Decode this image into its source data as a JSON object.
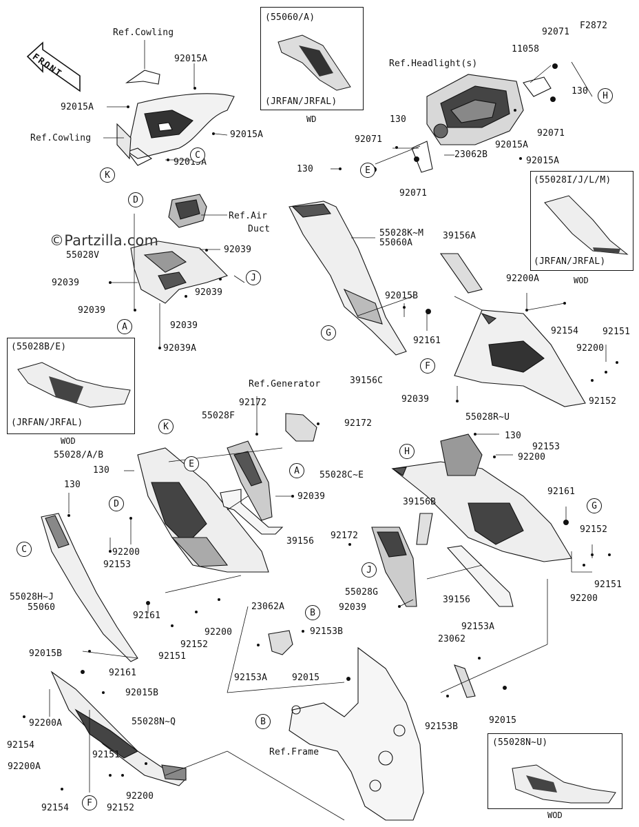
{
  "diagram_code": "F2872",
  "watermark": "©Partzilla.com",
  "front_arrow_label": "FRONT",
  "parts": {
    "p92071a": "92071",
    "p11058": "11058",
    "p130a": "130",
    "p92071b": "92071",
    "p92015A_h1": "92015A",
    "p92015A_h2": "92015A",
    "p92071c": "92071",
    "p130b": "130",
    "p23062B": "23062B",
    "p92071d": "92071",
    "ref_headlight": "Ref.Headlight(s)",
    "ref_cowling_top": "Ref.Cowling",
    "p92015A_1": "92015A",
    "p92015A_2": "92015A",
    "ref_cowling_left": "Ref.Cowling",
    "p92015A_3": "92015A",
    "p92015A_4": "92015A",
    "ref_air_duct_1": "Ref.Air",
    "ref_air_duct_2": "Duct",
    "p55028V": "55028V",
    "p92039_1": "92039",
    "p92039_2": "92039",
    "p92039_3": "92039",
    "p92039_4": "92039",
    "p92039_5": "92039",
    "p92039A": "92039A",
    "p130c": "130",
    "p55028KM": "55028K~M",
    "p55060A": "55060A",
    "p39156A": "39156A",
    "p92015B": "92015B",
    "p92200A": "92200A",
    "p92161": "92161",
    "p92154": "92154",
    "p92200a": "92200",
    "p92151": "92151",
    "p92152": "92152",
    "p39156C": "39156C",
    "p92039_6": "92039",
    "p55028RU": "55028R~U",
    "ref_generator": "Ref.Generator",
    "p92172_1": "92172",
    "p55028F": "55028F",
    "p92172_2": "92172",
    "p55028AB": "55028/A/B",
    "p130d": "130",
    "p92039_7": "92039",
    "p39156": "39156",
    "p130e": "130",
    "p92153": "92153",
    "p92200b": "92200",
    "p92161b": "92161",
    "p55028HJ": "55028H~J",
    "p55060": "55060",
    "p92151b": "92151",
    "p92152b": "92152",
    "p92200c": "92200",
    "p92015B_2": "92015B",
    "p92161c": "92161",
    "p92015B_3": "92015B",
    "p92200A_2": "92200A",
    "p92154_2": "92154",
    "p55028NQ": "55028N~Q",
    "p92200A_3": "92200A",
    "p92154_3": "92154",
    "p92151c": "92151",
    "p92152c": "92152",
    "p92200d": "92200",
    "p130f": "130",
    "p92153b": "92153",
    "p92200e": "92200",
    "p55028CE": "55028C~E",
    "p39156B": "39156B",
    "p92161d": "92161",
    "p92172_3": "92172",
    "p92152d": "92152",
    "p92151d": "92151",
    "p92200f": "92200",
    "p55028G": "55028G",
    "p92039_8": "92039",
    "p39156_2": "39156",
    "p23062A": "23062A",
    "p92153B": "92153B",
    "p92153A": "92153A",
    "p92015": "92015",
    "ref_frame": "Ref.Frame",
    "p92153A_2": "92153A",
    "p23062": "23062",
    "p92153B_2": "92153B",
    "p92015_2": "92015"
  },
  "insets": {
    "i1_code": "(55060/A)",
    "i1_model": "(JRFAN/JRFAL)",
    "i1_caption": "WD",
    "i2_code": "(55028I/J/L/M)",
    "i2_model": "(JRFAN/JRFAL)",
    "i2_caption": "WOD",
    "i3_code": "(55028B/E)",
    "i3_model": "(JRFAN/JRFAL)",
    "i3_caption": "WOD",
    "i4_code": "(55028N~U)",
    "i4_caption": "WOD"
  },
  "callouts": {
    "H1": "H",
    "E1": "E",
    "C1": "C",
    "K1": "K",
    "D1": "D",
    "J1": "J",
    "A1": "A",
    "G1": "G",
    "F1": "F",
    "K2": "K",
    "E2": "E",
    "A2": "A",
    "D2": "D",
    "C2": "C",
    "H2": "H",
    "G2": "G",
    "J2": "J",
    "B1": "B",
    "B2": "B",
    "F2": "F"
  }
}
